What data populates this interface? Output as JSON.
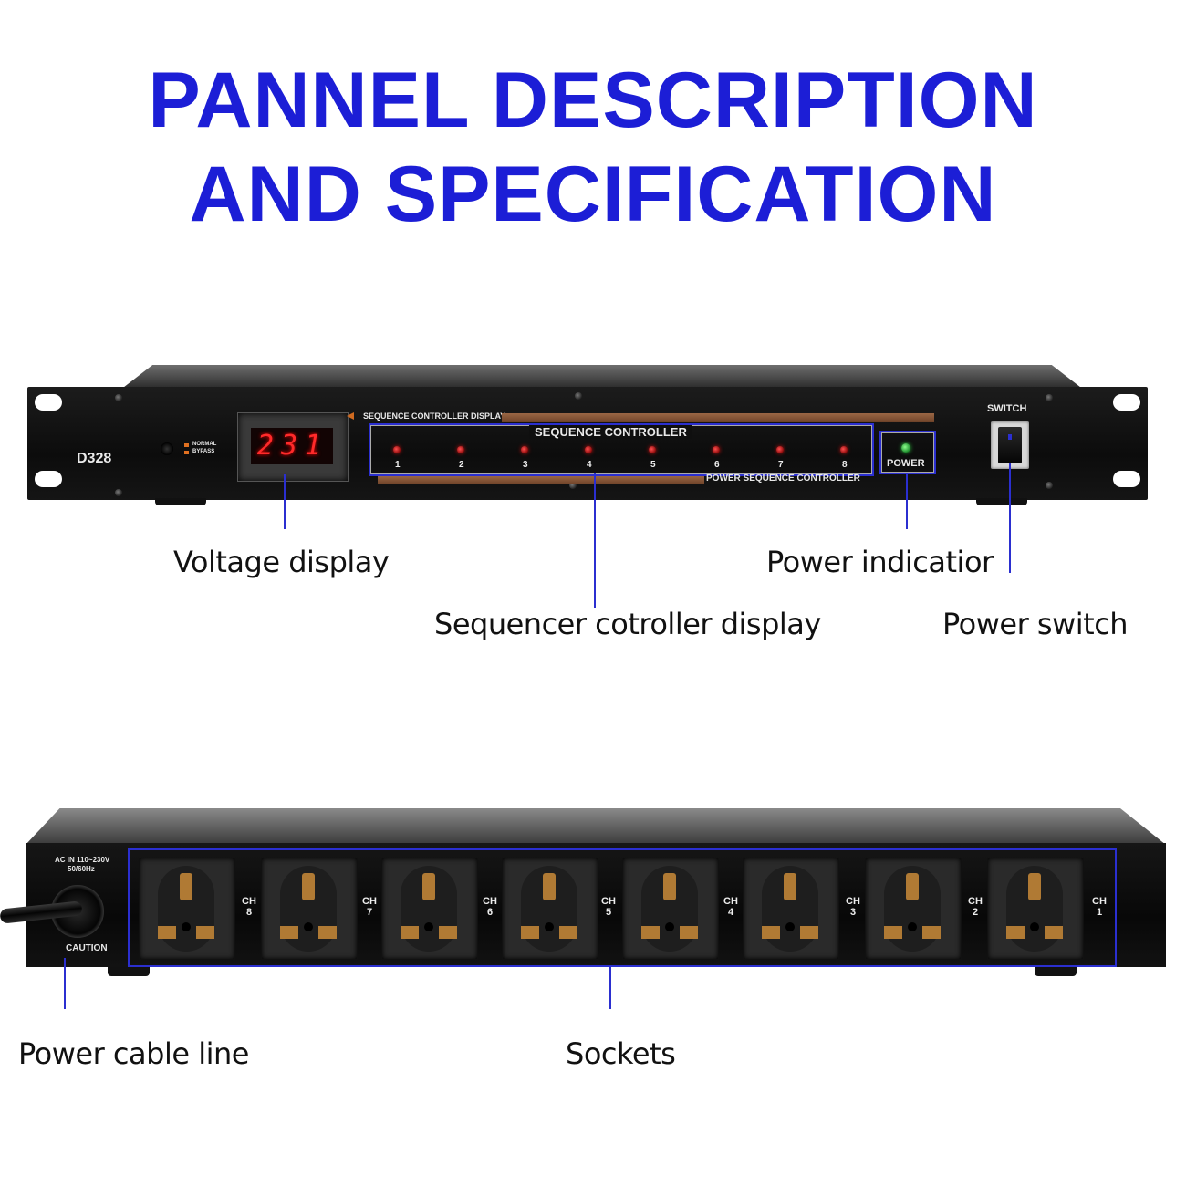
{
  "title": {
    "line1": "PANNEL DESCRIPTION",
    "line2": "AND SPECIFICATION"
  },
  "front_panel": {
    "model": "D328",
    "voltage_readout": "231",
    "mode_normal": "NORMAL",
    "mode_bypass": "BYPASS",
    "sequence_display_caption": "SEQUENCE CONTROLLER DISPLAY",
    "sequence_box_title": "SEQUENCE CONTROLLER",
    "channels": [
      "1",
      "2",
      "3",
      "4",
      "5",
      "6",
      "7",
      "8"
    ],
    "power_box_label": "POWER",
    "power_sequence_caption": "POWER SEQUENCE CONTROLLER",
    "switch_label": "SWITCH"
  },
  "rear_panel": {
    "ac_in_label": "AC IN 110~230V",
    "hz_label": "50/60Hz",
    "caution_label": "CAUTION",
    "channel_labels": [
      "CH 8",
      "CH 7",
      "CH 6",
      "CH 5",
      "CH 4",
      "CH 3",
      "CH 2",
      "CH 1"
    ]
  },
  "callouts": {
    "voltage_display": "Voltage display",
    "power_indication": "Power indicatior",
    "sequencer_display": "Sequencer cotroller display",
    "power_switch": "Power switch",
    "power_cable": "Power cable line",
    "sockets": "Sockets"
  },
  "colors": {
    "title": "#1c1ed6",
    "pointer": "#2b2fd0",
    "led_red": "#ff2020",
    "power_led": "#2ecc40",
    "copper_stripe": "#8a5a3a"
  }
}
